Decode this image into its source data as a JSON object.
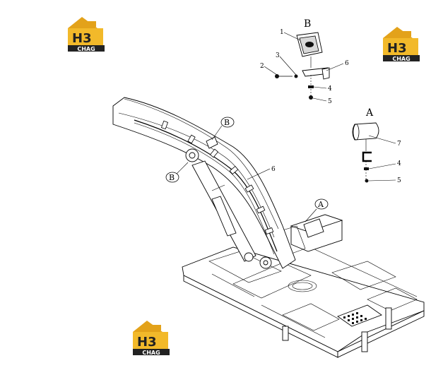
{
  "logo": {
    "mark": "H3",
    "caption": "CHAG",
    "colors": {
      "roof": "#e3a21a",
      "body": "#f2b92a",
      "caption_bg": "#222222",
      "caption_text": "#ffffff"
    }
  },
  "view_labels": {
    "b": "B",
    "a": "A"
  },
  "callouts": {
    "b": "B",
    "a": "A"
  },
  "detail_b": {
    "parts": [
      "1",
      "2",
      "3",
      "4",
      "5",
      "6"
    ]
  },
  "detail_a": {
    "parts": [
      "7",
      "4",
      "5"
    ]
  },
  "main_view": {
    "hose_part": "6"
  }
}
